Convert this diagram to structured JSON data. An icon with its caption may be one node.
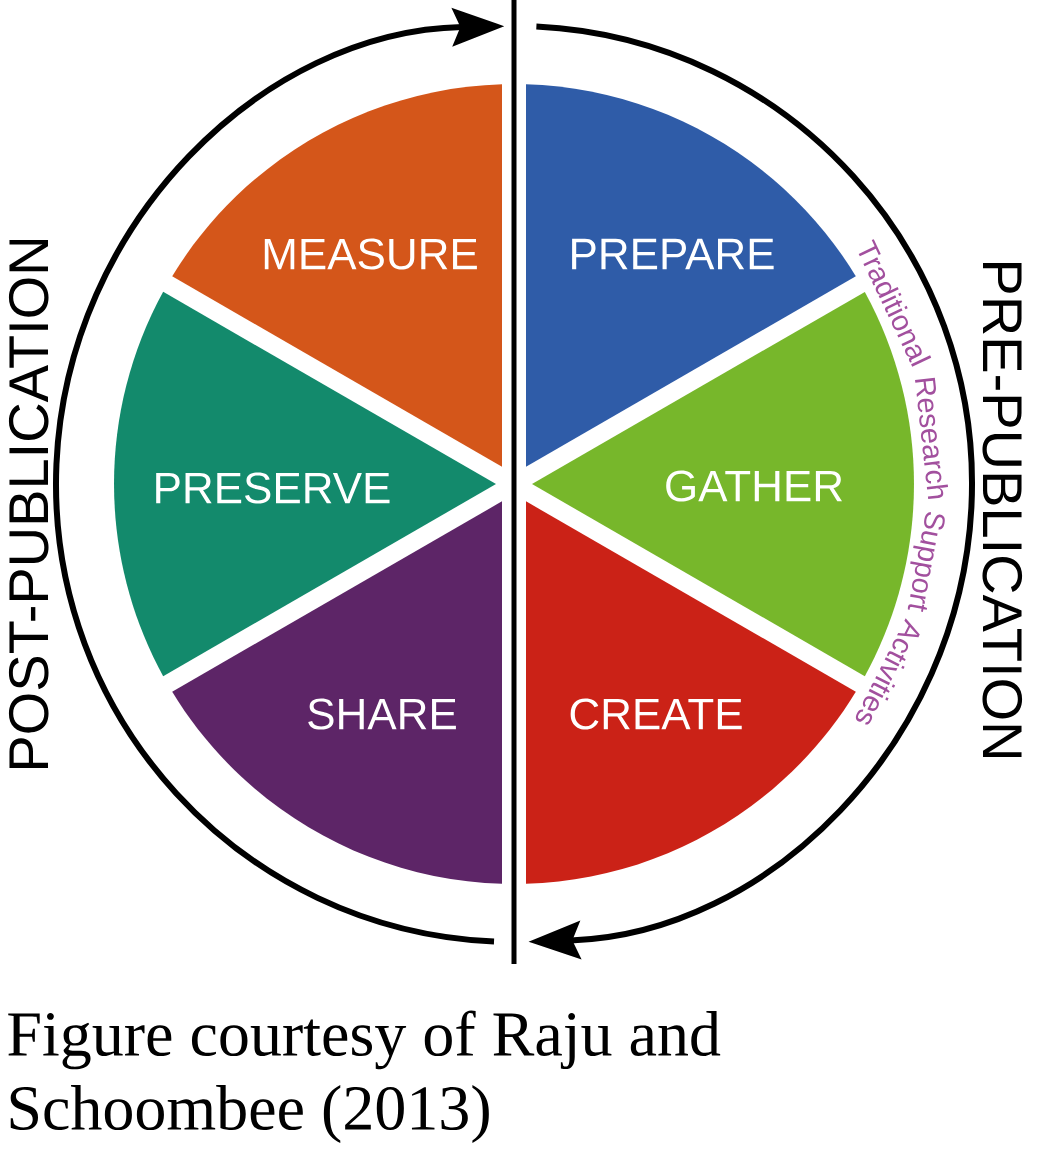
{
  "diagram": {
    "caption": "Figure courtesy of Raju and Schoombee (2013)",
    "nodes": [
      {
        "text": [
          "MEASURE"
        ]
      },
      {
        "text": [
          "PREPARE"
        ]
      },
      {
        "text": [
          "PRESERVE"
        ]
      },
      {
        "text": [
          "GATHER"
        ]
      },
      {
        "text": [
          "SHARE"
        ]
      },
      {
        "text": [
          "CREATE"
        ]
      }
    ],
    "labels": [
      "POST-PUBLICATION",
      "Traditional Research Support Activities",
      "PRE-PUBLICATION"
    ]
  }
}
